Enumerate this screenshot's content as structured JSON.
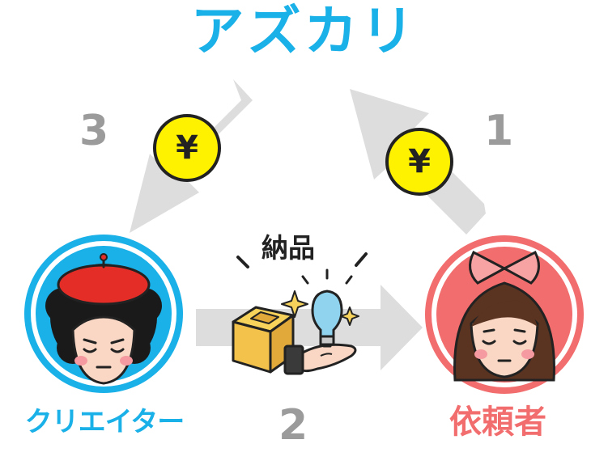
{
  "service_name": "アズカリ",
  "steps": {
    "one": "1",
    "two": "2",
    "three": "3"
  },
  "delivery_label": "納品",
  "creator_label": "クリエイター",
  "client_label": "依頼者",
  "yen_symbol": "¥",
  "colors": {
    "brand_blue": "#1ab0e8",
    "client_pink": "#f26d6d",
    "arrow_gray": "#dddddd",
    "step_gray": "#9b9b9b",
    "coin_yellow": "#fff200"
  }
}
